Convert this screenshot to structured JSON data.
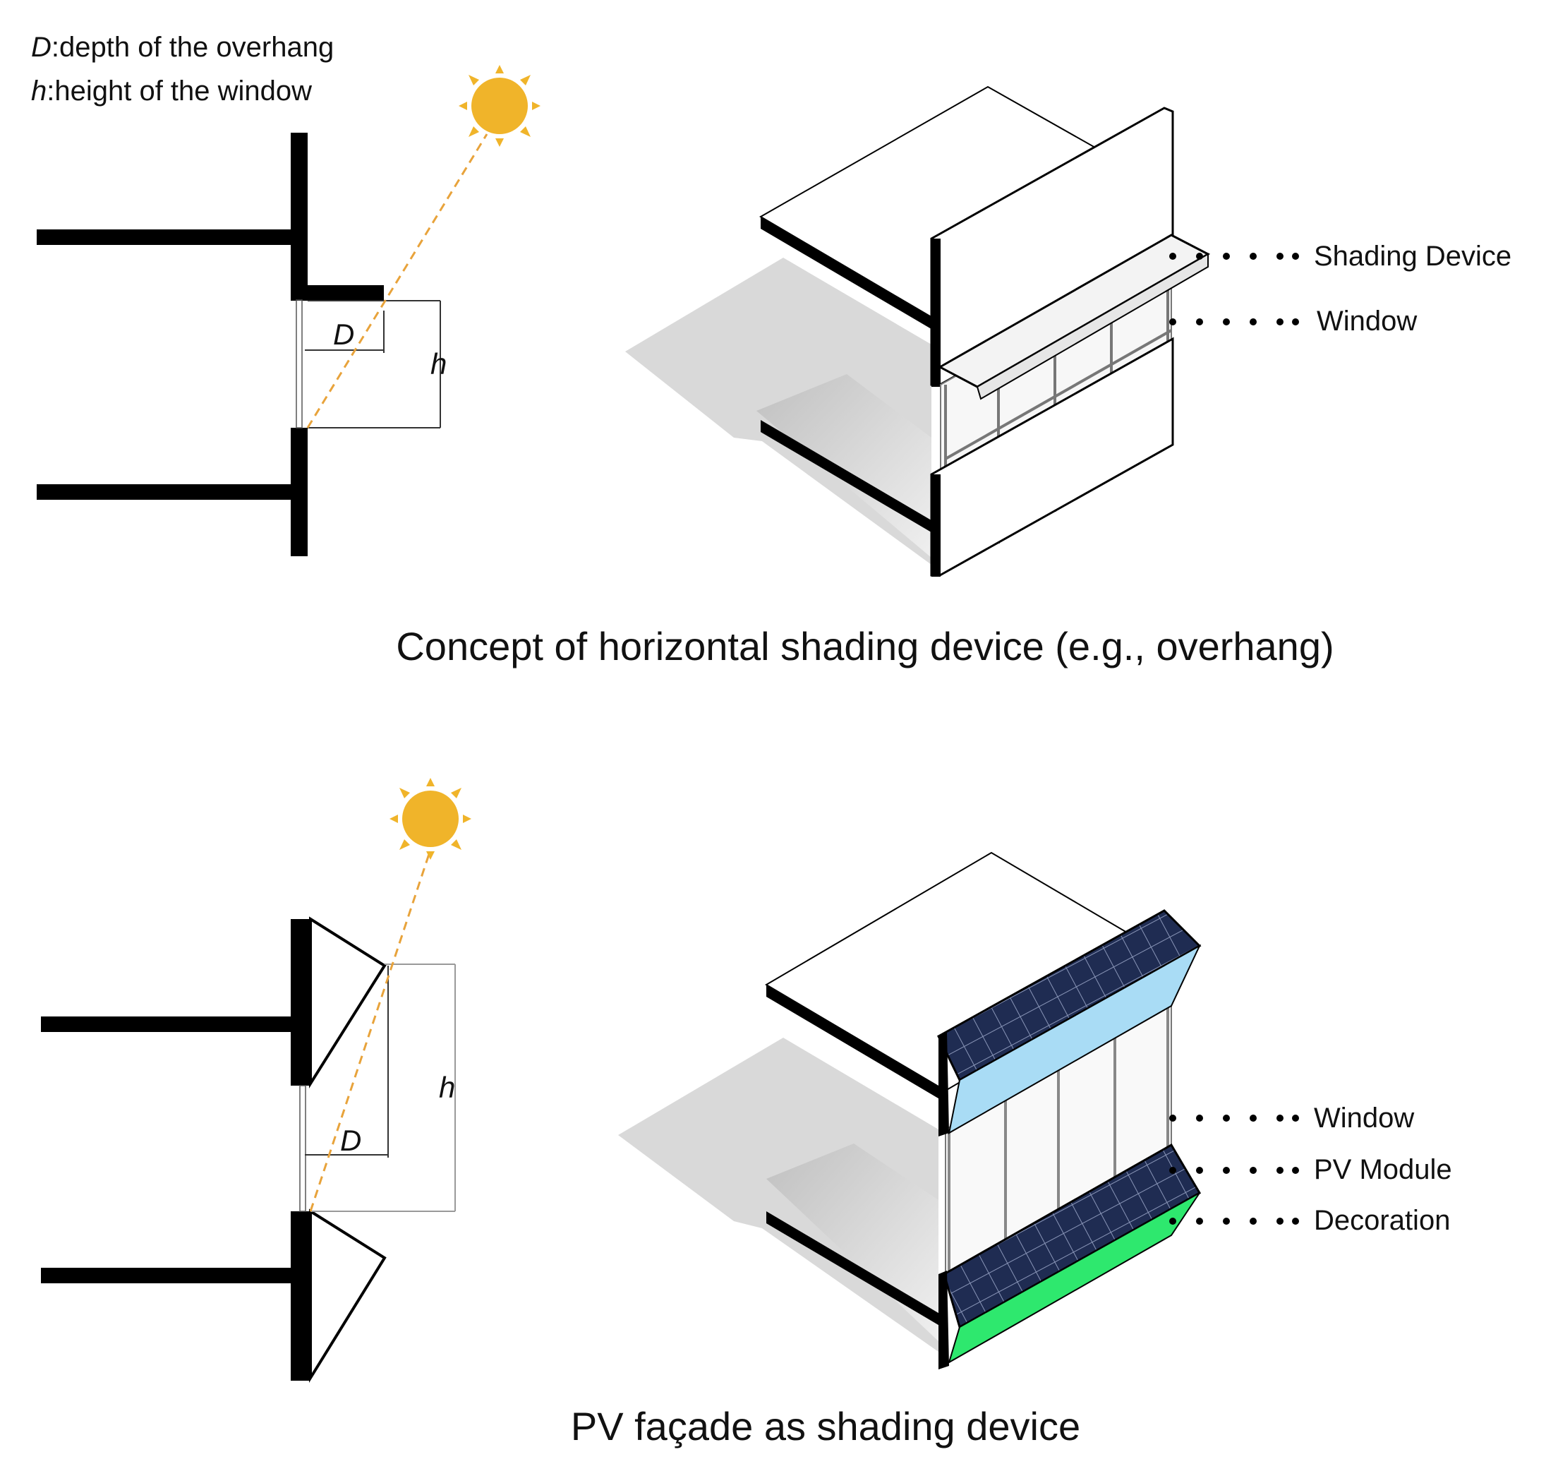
{
  "legend": {
    "line1_symbol": "D",
    "line1_text": ":depth of the overhang",
    "line2_symbol": "h",
    "line2_text": ":height of the window"
  },
  "top": {
    "dim_depth": "D",
    "dim_height": "h",
    "callout_shading": "Shading Device",
    "callout_window": "Window",
    "caption": "Concept of horizontal shading device (e.g., overhang)"
  },
  "bottom": {
    "dim_depth": "D",
    "dim_height": "h",
    "callout_window": "Window",
    "callout_pv": "PV Module",
    "callout_decoration": "Decoration",
    "caption": "PV façade as shading device"
  },
  "colors": {
    "sun": "#F0B42A",
    "sun_ray": "#E8A33B",
    "sky_blue_panel": "#A9DCF5",
    "green_panel": "#2EE86E",
    "pv_cell": "#1F2C52",
    "shadow": "#D9D9D9",
    "structure": "#000000"
  },
  "icons": [
    "sun-icon",
    "sun-icon"
  ]
}
